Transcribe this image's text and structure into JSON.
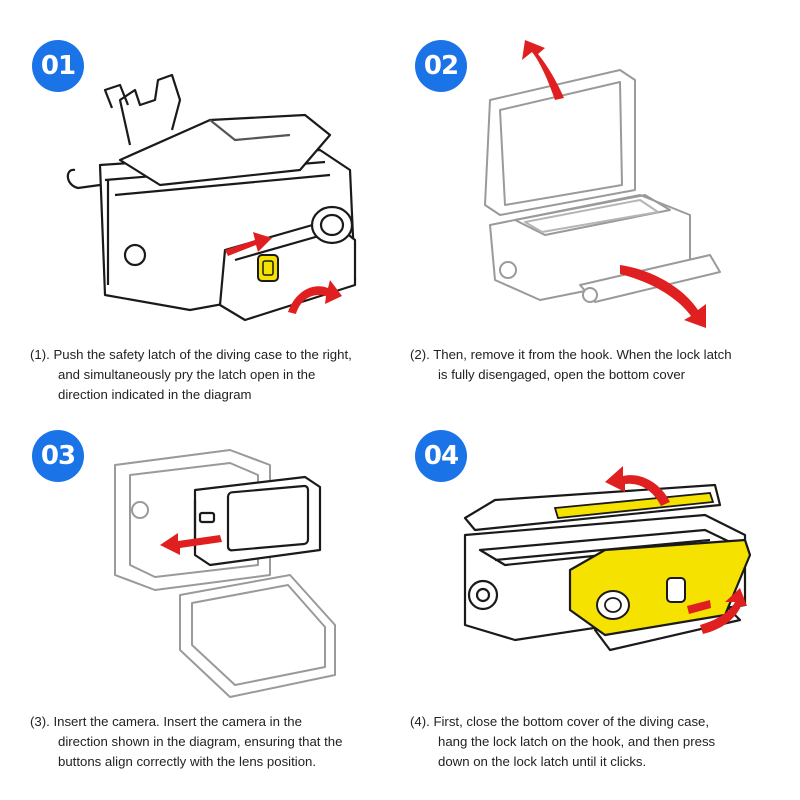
{
  "steps": [
    {
      "number": "01",
      "caption_lines": [
        "(1). Push the safety latch of the diving case to the right,",
        "and simultaneously pry the latch open in the",
        "direction indicated in the diagram"
      ]
    },
    {
      "number": "02",
      "caption_lines": [
        "(2).  Then, remove it from the hook. When the lock latch",
        "is fully disengaged, open the bottom cover"
      ]
    },
    {
      "number": "03",
      "caption_lines": [
        "(3).  Insert the camera. Insert the camera in the",
        "direction shown in the diagram, ensuring that the",
        "buttons align correctly with the lens position."
      ]
    },
    {
      "number": "04",
      "caption_lines": [
        "(4).  First, close the bottom cover of the diving case,",
        "hang the lock latch on the hook, and then press",
        "down on the lock latch until it clicks."
      ]
    }
  ],
  "colors": {
    "badge": "#1a74e8",
    "arrow": "#e02020",
    "highlight": "#f5e200",
    "line": "#1a1a1a",
    "faint_line": "#9a9a9a"
  },
  "icons": [
    "diving-case-illustration",
    "red-arrow-icon",
    "yellow-latch-highlight"
  ]
}
